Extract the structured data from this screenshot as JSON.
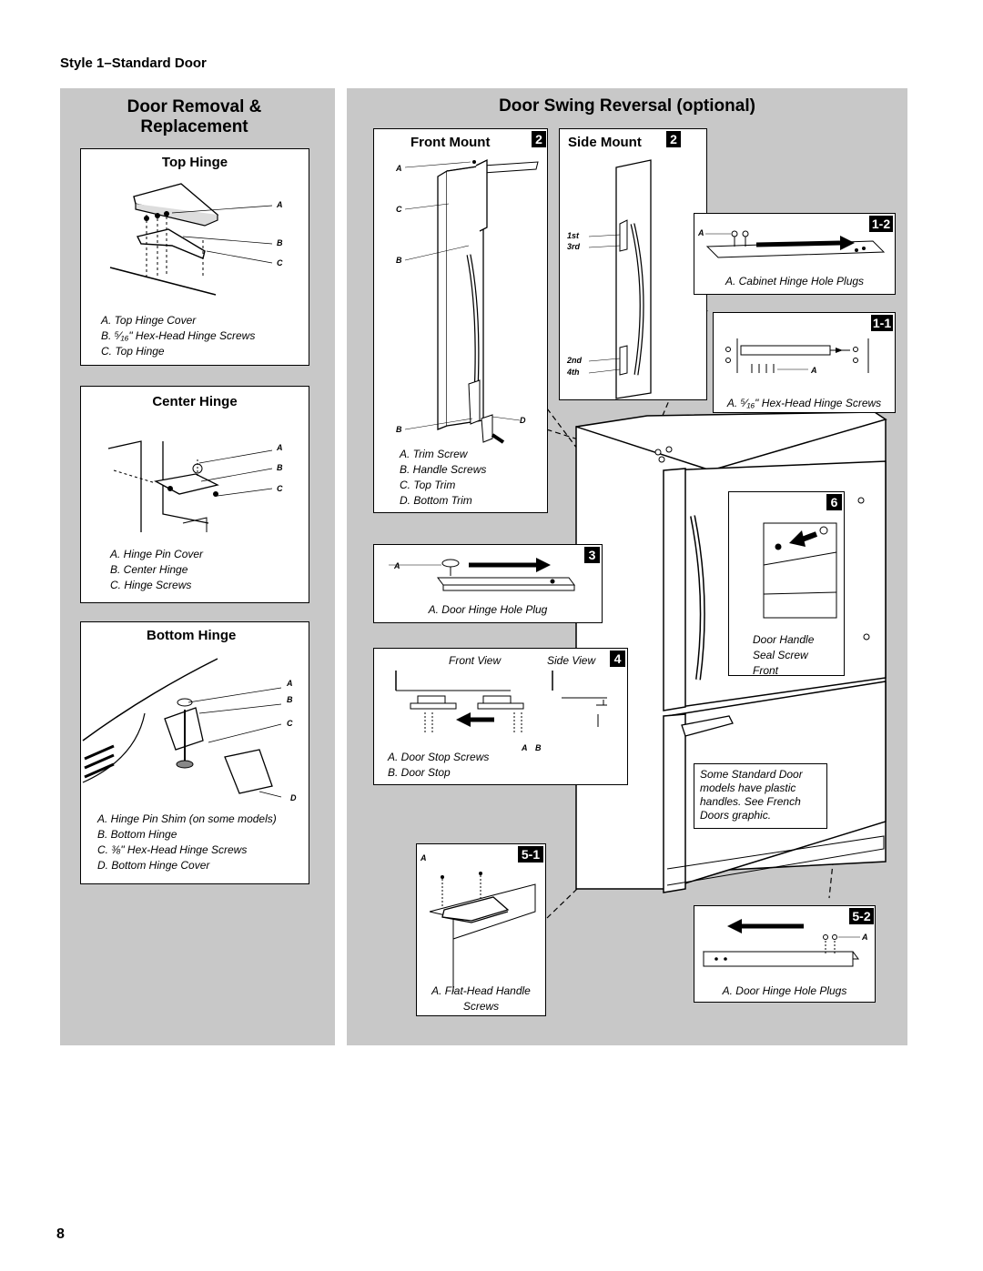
{
  "header": {
    "style_label": "Style 1–Standard Door"
  },
  "left_panel": {
    "title_line1": "Door Removal &",
    "title_line2": "Replacement",
    "top_hinge": {
      "title": "Top Hinge",
      "labels": [
        "A",
        "B",
        "C"
      ],
      "captions": [
        "A. Top Hinge Cover",
        "B. ⁵⁄₁₆\" Hex-Head Hinge Screws",
        "C. Top Hinge"
      ]
    },
    "center_hinge": {
      "title": "Center Hinge",
      "labels": [
        "A",
        "B",
        "C"
      ],
      "captions": [
        "A. Hinge Pin Cover",
        "B. Center Hinge",
        "C. Hinge Screws"
      ]
    },
    "bottom_hinge": {
      "title": "Bottom Hinge",
      "labels": [
        "A",
        "B",
        "C",
        "D"
      ],
      "captions": [
        "A. Hinge Pin Shim (on some models)",
        "B. Bottom Hinge",
        "C. ⅜\" Hex-Head Hinge Screws",
        "D. Bottom Hinge Cover"
      ]
    }
  },
  "right_panel": {
    "title": "Door Swing Reversal (optional)",
    "front_mount": {
      "title": "Front Mount",
      "step": "2",
      "labels": [
        "A",
        "C",
        "B",
        "B",
        "D"
      ],
      "captions": [
        "A. Trim Screw",
        "B. Handle Screws",
        "C. Top Trim",
        "D. Bottom Trim"
      ]
    },
    "side_mount": {
      "title": "Side Mount",
      "step": "2",
      "labels": [
        "1st",
        "3rd",
        "2nd",
        "4th"
      ]
    },
    "step_1_2": {
      "step": "1-2",
      "label": "A",
      "caption": "A. Cabinet Hinge Hole Plugs"
    },
    "step_1_1": {
      "step": "1-1",
      "label": "A",
      "caption": "A. ⁵⁄₁₆\" Hex-Head Hinge Screws"
    },
    "step_3": {
      "step": "3",
      "label": "A",
      "caption": "A. Door Hinge Hole Plug"
    },
    "step_4": {
      "step": "4",
      "front_view": "Front View",
      "side_view": "Side View",
      "labels": [
        "A",
        "B"
      ],
      "captions": [
        "A. Door Stop Screws",
        "B. Door Stop"
      ]
    },
    "step_5_1": {
      "step": "5-1",
      "label": "A",
      "captions": [
        "A. Flat-Head Handle",
        "Screws"
      ]
    },
    "step_5_2": {
      "step": "5-2",
      "label": "A",
      "caption": "A. Door Hinge Hole Plugs"
    },
    "step_6": {
      "step": "6",
      "notes": [
        "Door Handle",
        "Seal Screw",
        "Front"
      ]
    },
    "note": [
      "Some Standard Door",
      "models have plastic",
      "handles. See French",
      "Doors graphic."
    ]
  },
  "footer": {
    "page_number": "8"
  }
}
